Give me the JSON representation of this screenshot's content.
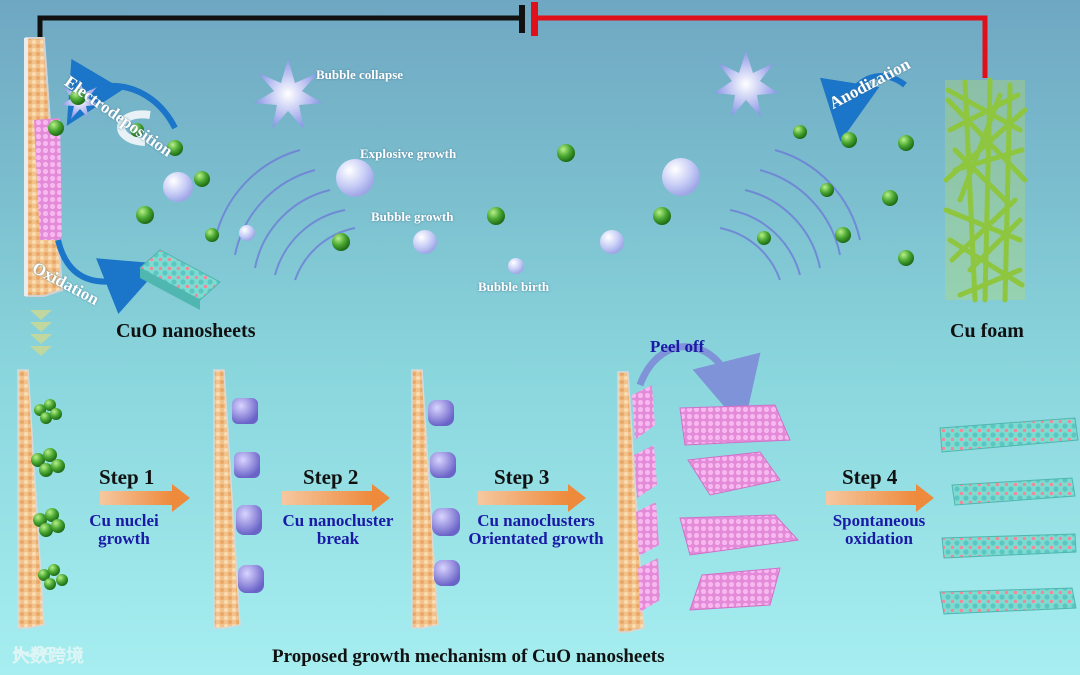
{
  "labels": {
    "electrodeposition": "Electrodeposition",
    "oxidation": "Oxidation",
    "anodization": "Anodization",
    "bubble_collapse": "Bubble collapse",
    "explosive_growth": "Explosive growth",
    "bubble_growth": "Bubble growth",
    "bubble_birth": "Bubble birth",
    "cuo_nanosheets": "CuO nanosheets",
    "cu_foam": "Cu foam",
    "peel_off": "Peel off",
    "title": "Proposed growth mechanism of CuO nanosheets"
  },
  "steps": [
    {
      "label": "Step 1",
      "desc1": "Cu nuclei",
      "desc2": "growth"
    },
    {
      "label": "Step 2",
      "desc1": "Cu nanocluster",
      "desc2": "break"
    },
    {
      "label": "Step 3",
      "desc1": "Cu nanoclusters",
      "desc2": "Orientated growth"
    },
    {
      "label": "Step 4",
      "desc1": "Spontaneous",
      "desc2": "oxidation"
    }
  ],
  "watermark": "大数跨境",
  "colors": {
    "wire_negative": "#111111",
    "wire_positive": "#e0101a",
    "cu_particle": "#3f9a2c",
    "bubble": "#c9cff5",
    "arrow_orange": "#f0a060",
    "sheet_pink": "#e98ce0",
    "cuo_cyan": "#5fd0c8",
    "cu_foam": "#8ec63f"
  },
  "icons": [
    "star-burst-icon",
    "double-chevron-down-icon",
    "curved-arrow-icon"
  ]
}
